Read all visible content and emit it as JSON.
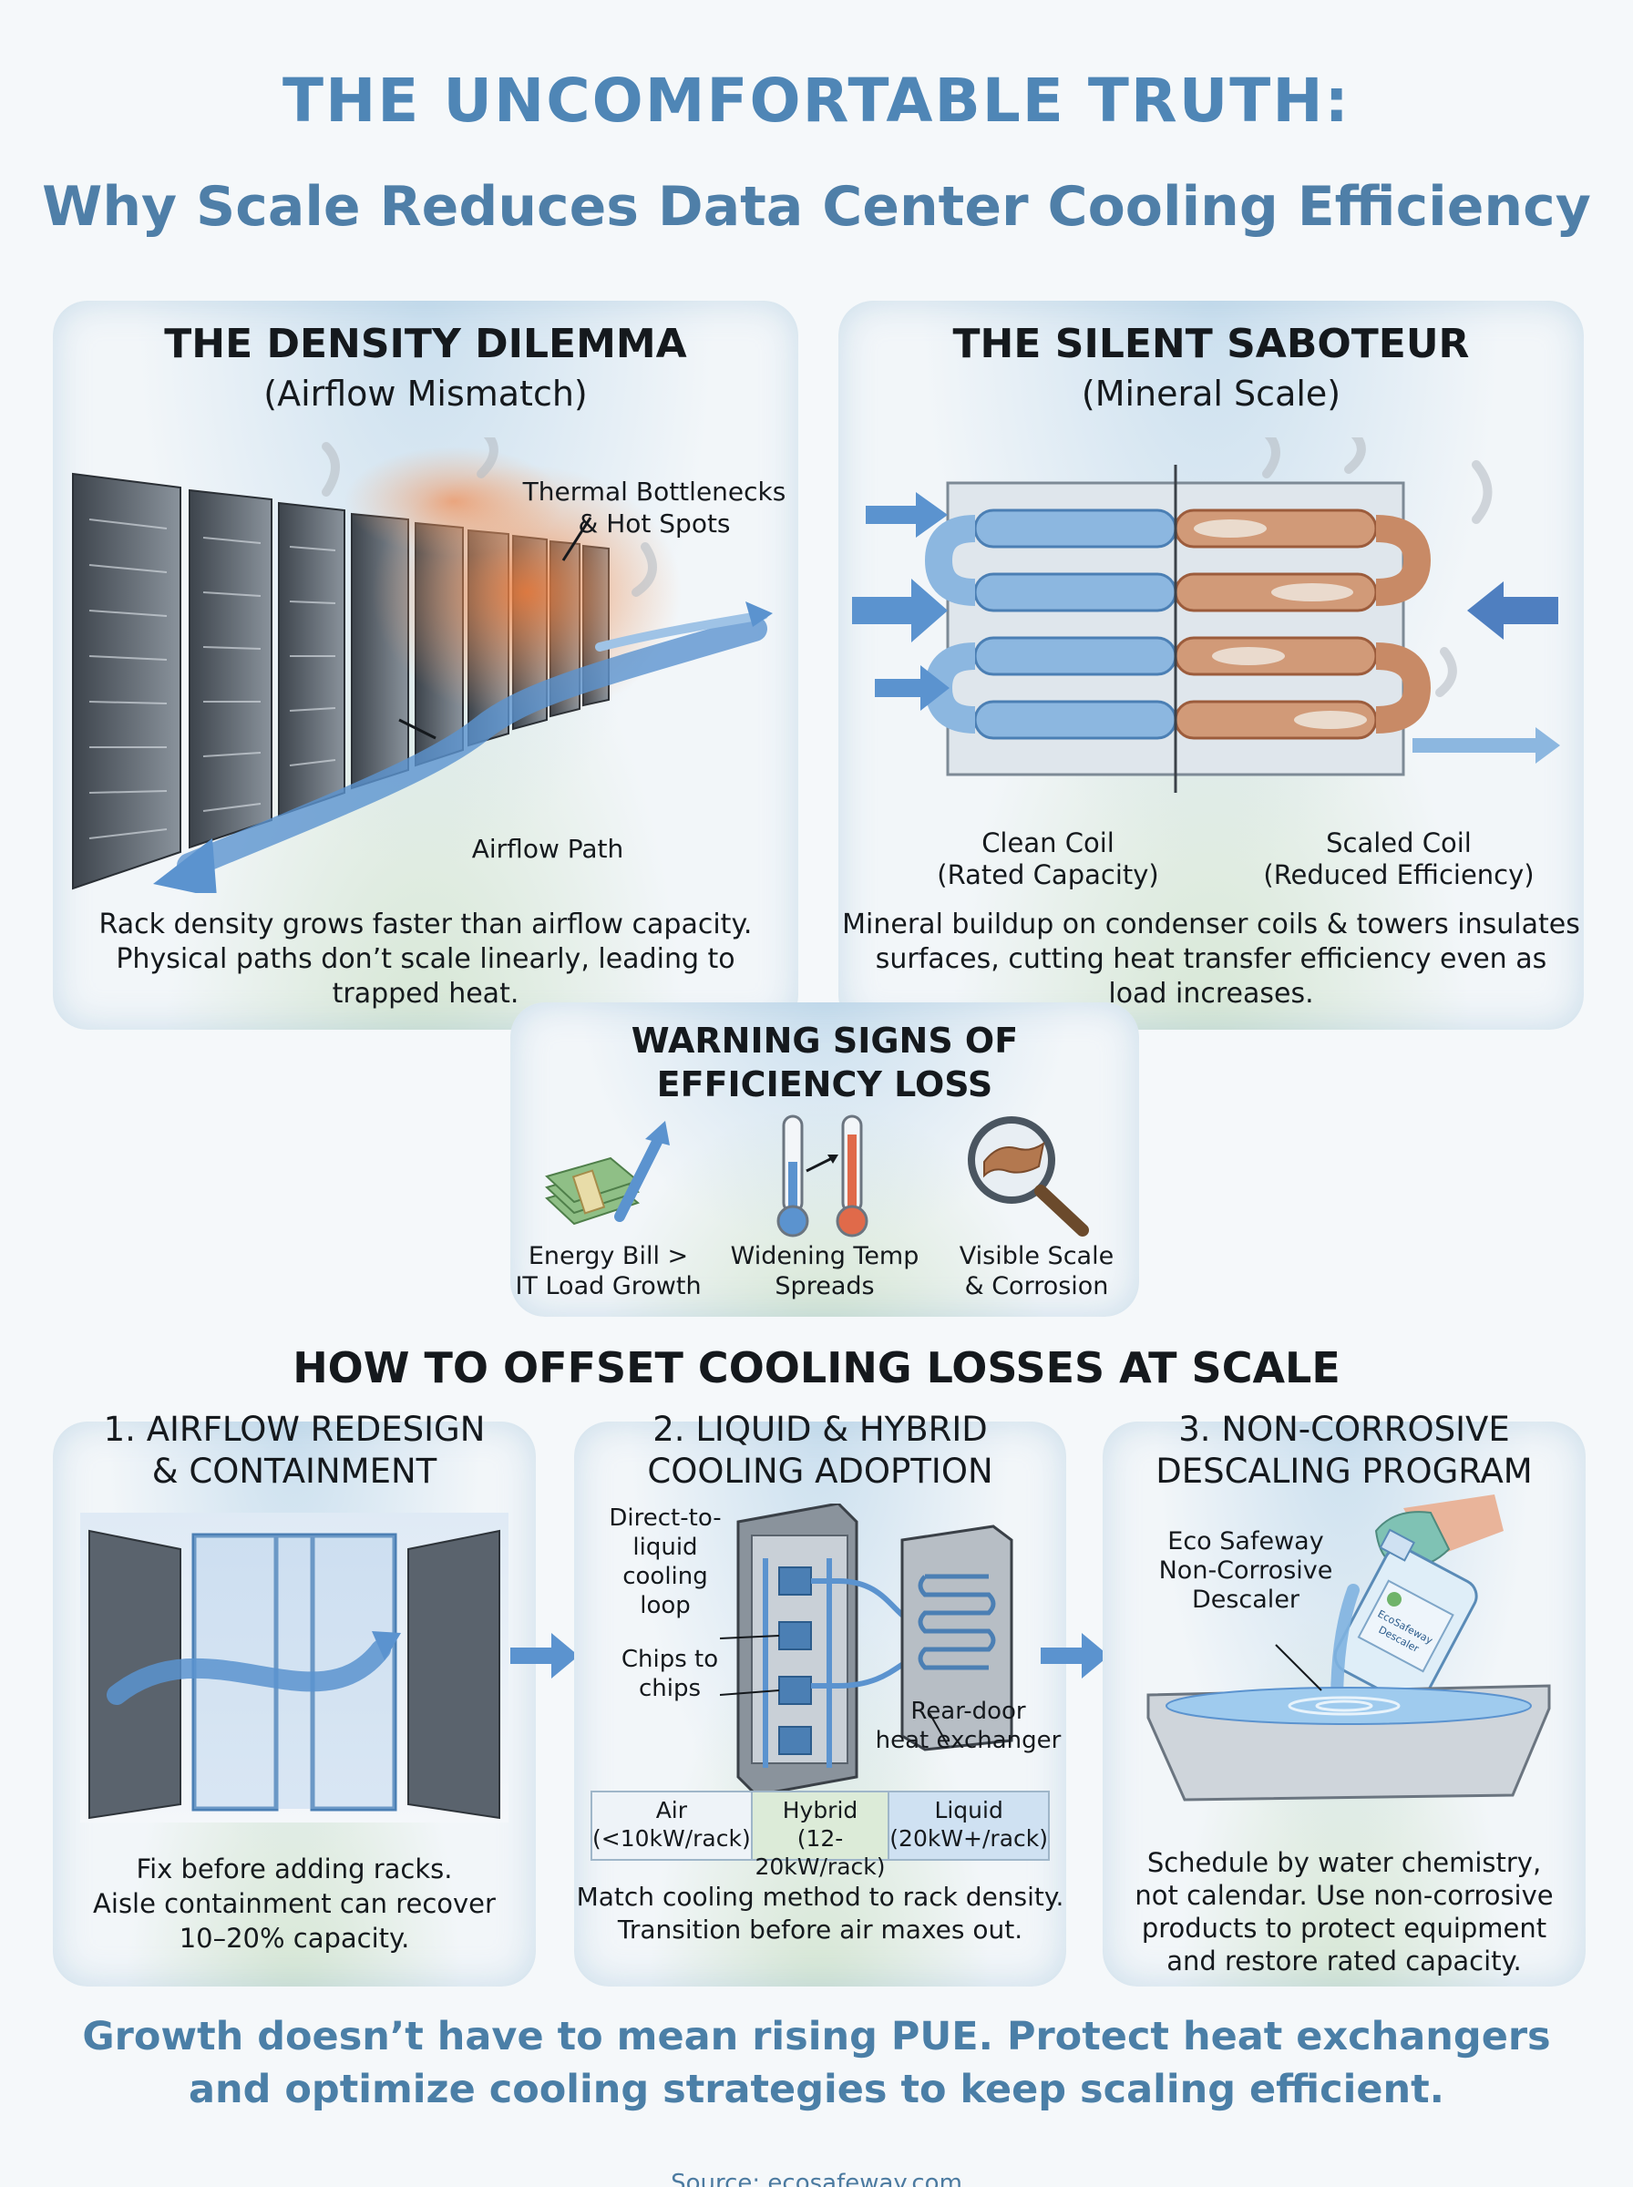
{
  "header": {
    "title": "THE UNCOMFORTABLE TRUTH:",
    "subtitle": "Why Scale Reduces Data Center Cooling Efficiency"
  },
  "density": {
    "title": "THE DENSITY DILEMMA",
    "subtitle": "(Airflow Mismatch)",
    "label_hotspots_1": "Thermal Bottlenecks",
    "label_hotspots_2": "& Hot Spots",
    "label_airflow": "Airflow Path",
    "caption_1": "Rack density grows faster than airflow capacity.",
    "caption_2": "Physical paths don’t scale linearly, leading to",
    "caption_3": "trapped heat."
  },
  "scale": {
    "title": "THE SILENT SABOTEUR",
    "subtitle": "(Mineral Scale)",
    "clean_1": "Clean Coil",
    "clean_2": "(Rated Capacity)",
    "scaled_1": "Scaled Coil",
    "scaled_2": "(Reduced Efficiency)",
    "caption_1": "Mineral buildup on condenser coils & towers insulates",
    "caption_2": "surfaces, cutting heat transfer efficiency even as",
    "caption_3": "load increases."
  },
  "warning": {
    "title_1": "WARNING SIGNS OF",
    "title_2": "EFFICIENCY LOSS",
    "items": [
      {
        "line1": "Energy Bill >",
        "line2": "IT Load Growth",
        "icon": "money-arrow-icon"
      },
      {
        "line1": "Widening Temp",
        "line2": "Spreads",
        "icon": "thermometer-icon"
      },
      {
        "line1": "Visible Scale",
        "line2": "& Corrosion",
        "icon": "magnifier-icon"
      }
    ]
  },
  "offset": {
    "heading": "HOW TO OFFSET COOLING LOSSES AT SCALE",
    "step1": {
      "title_1": "1. AIRFLOW REDESIGN",
      "title_2": "& CONTAINMENT",
      "caption_1": "Fix before adding racks.",
      "caption_2": "Aisle containment can recover",
      "caption_3": "10–20% capacity."
    },
    "step2": {
      "title_1": "2. LIQUID & HYBRID",
      "title_2": "COOLING ADOPTION",
      "label_loop": [
        "Direct-to-",
        "liquid",
        "cooling",
        "loop"
      ],
      "label_chips": [
        "Chips to",
        "chips"
      ],
      "label_rear": [
        "Rear-door",
        "heat exchanger"
      ],
      "table": [
        {
          "name": "Air",
          "range": "(<10kW/rack)"
        },
        {
          "name": "Hybrid",
          "range": "(12-20kW/rack)"
        },
        {
          "name": "Liquid",
          "range": "(20kW+/rack)"
        }
      ],
      "caption_1": "Match cooling method to rack density.",
      "caption_2": "Transition before air maxes out."
    },
    "step3": {
      "title_1": "3. NON-CORROSIVE",
      "title_2": "DESCALING PROGRAM",
      "label_descaler": [
        "Eco Safeway",
        "Non-Corrosive",
        "Descaler"
      ],
      "bottle_text": [
        "EcoSafeway",
        "Descaler"
      ],
      "caption_1": "Schedule by water chemistry,",
      "caption_2": "not calendar. Use non-corrosive",
      "caption_3": "products to protect equipment",
      "caption_4": "and restore rated capacity."
    }
  },
  "footer": {
    "line1": "Growth doesn’t have to mean rising PUE. Protect heat exchangers",
    "line2": "and optimize cooling strategies to keep scaling efficient.",
    "source": "Source: ecosafeway.com"
  },
  "colors": {
    "title_blue": "#4f86b6",
    "airflow_blue": "#5b93cf",
    "heat_orange": "#f08a4b",
    "scale_brown": "#b9714e"
  }
}
